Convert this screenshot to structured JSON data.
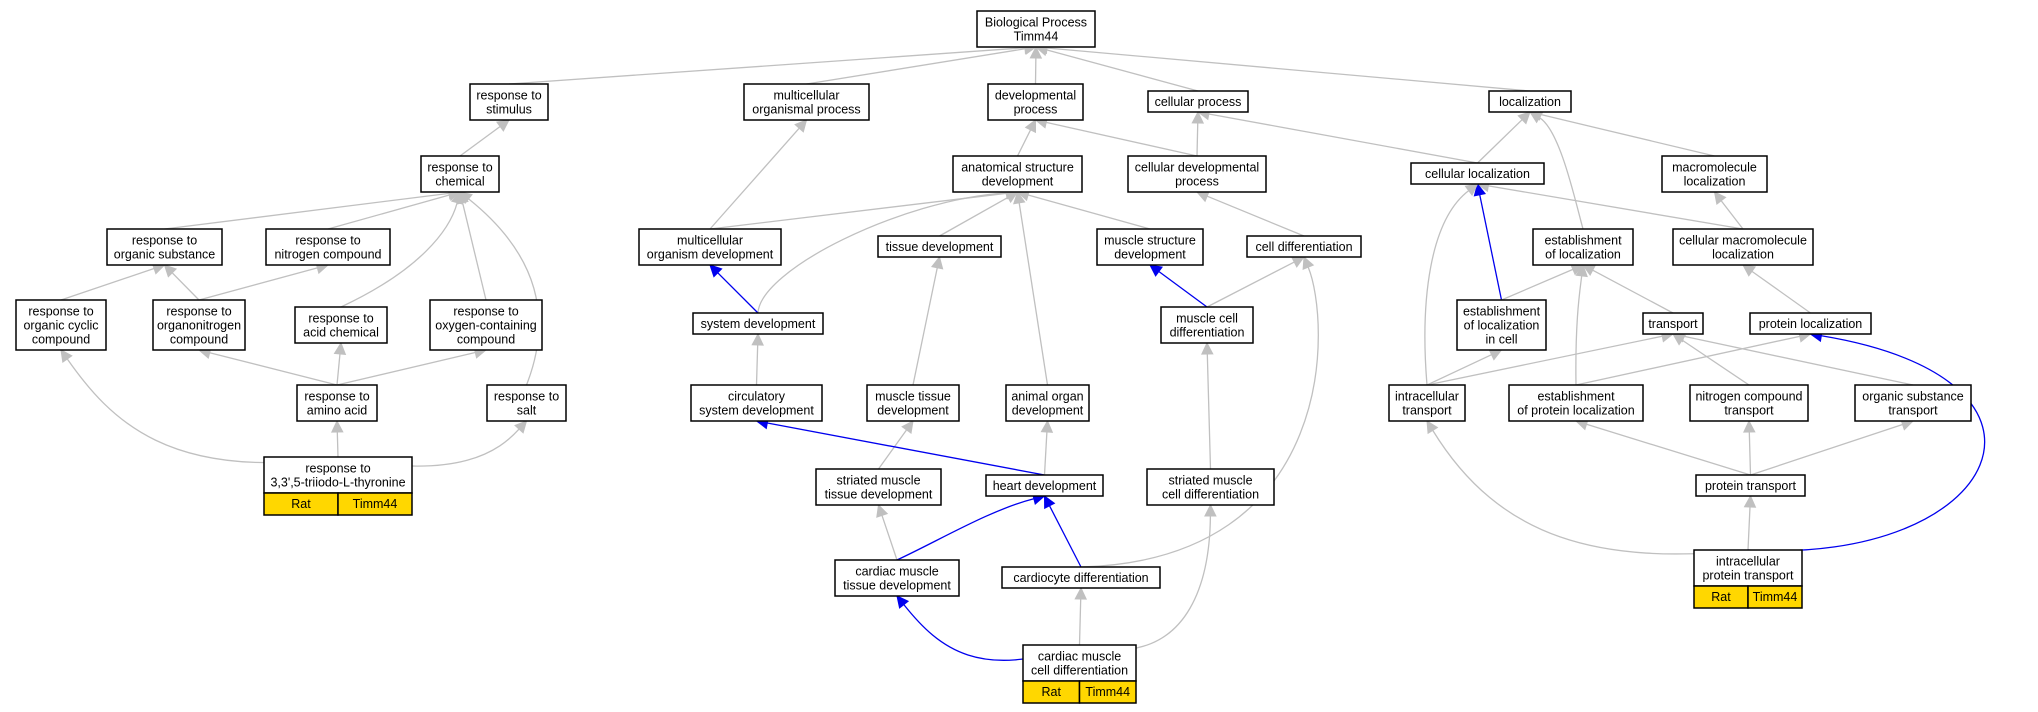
{
  "colors": {
    "edge_default": "#c0c0c0",
    "edge_highlight": "#0000ee",
    "annotation_fill": "#ffd700",
    "node_border": "#000000"
  },
  "nodes": {
    "bp": {
      "lines": [
        "Biological Process",
        "Timm44"
      ]
    },
    "resp_stim": {
      "lines": [
        "response to",
        "stimulus"
      ]
    },
    "multi_org_proc": {
      "lines": [
        "multicellular",
        "organismal process"
      ]
    },
    "dev_proc": {
      "lines": [
        "developmental",
        "process"
      ]
    },
    "cell_proc": {
      "lines": [
        "cellular process"
      ]
    },
    "localization": {
      "lines": [
        "localization"
      ]
    },
    "resp_chem": {
      "lines": [
        "response to",
        "chemical"
      ]
    },
    "anat_dev": {
      "lines": [
        "anatomical structure",
        "development"
      ]
    },
    "cell_dev_proc": {
      "lines": [
        "cellular developmental",
        "process"
      ]
    },
    "cell_loc": {
      "lines": [
        "cellular localization"
      ]
    },
    "macro_loc": {
      "lines": [
        "macromolecule",
        "localization"
      ]
    },
    "resp_org_sub": {
      "lines": [
        "response to",
        "organic substance"
      ]
    },
    "resp_nitro": {
      "lines": [
        "response to",
        "nitrogen compound"
      ]
    },
    "multi_org_dev": {
      "lines": [
        "multicellular",
        "organism development"
      ]
    },
    "tissue_dev": {
      "lines": [
        "tissue development"
      ]
    },
    "muscle_struct_dev": {
      "lines": [
        "muscle structure",
        "development"
      ]
    },
    "cell_diff": {
      "lines": [
        "cell differentiation"
      ]
    },
    "est_loc": {
      "lines": [
        "establishment",
        "of localization"
      ]
    },
    "cell_macro_loc": {
      "lines": [
        "cellular macromolecule",
        "localization"
      ]
    },
    "resp_org_cyclic": {
      "lines": [
        "response to",
        "organic cyclic",
        "compound"
      ]
    },
    "resp_organonitro": {
      "lines": [
        "response to",
        "organonitrogen",
        "compound"
      ]
    },
    "resp_acid": {
      "lines": [
        "response to",
        "acid chemical"
      ]
    },
    "resp_oxy": {
      "lines": [
        "response to",
        "oxygen-containing",
        "compound"
      ]
    },
    "sys_dev": {
      "lines": [
        "system development"
      ]
    },
    "muscle_cell_diff": {
      "lines": [
        "muscle cell",
        "differentiation"
      ]
    },
    "est_loc_cell": {
      "lines": [
        "establishment",
        "of localization",
        "in cell"
      ]
    },
    "transport": {
      "lines": [
        "transport"
      ]
    },
    "prot_loc": {
      "lines": [
        "protein localization"
      ]
    },
    "resp_amino": {
      "lines": [
        "response to",
        "amino acid"
      ]
    },
    "resp_salt": {
      "lines": [
        "response to",
        "salt"
      ]
    },
    "circ_sys_dev": {
      "lines": [
        "circulatory",
        "system development"
      ]
    },
    "muscle_tissue_dev": {
      "lines": [
        "muscle tissue",
        "development"
      ]
    },
    "animal_organ_dev": {
      "lines": [
        "animal organ",
        "development"
      ]
    },
    "intra_transport": {
      "lines": [
        "intracellular",
        "transport"
      ]
    },
    "est_prot_loc": {
      "lines": [
        "establishment",
        "of protein localization"
      ]
    },
    "nitro_transport": {
      "lines": [
        "nitrogen compound",
        "transport"
      ]
    },
    "org_sub_transport": {
      "lines": [
        "organic substance",
        "transport"
      ]
    },
    "resp_triiodo": {
      "lines": [
        "response to",
        "3,3',5-triiodo-L-thyronine"
      ],
      "tags": [
        "Rat",
        "Timm44"
      ]
    },
    "striated_tissue_dev": {
      "lines": [
        "striated muscle",
        "tissue development"
      ]
    },
    "heart_dev": {
      "lines": [
        "heart development"
      ]
    },
    "striated_cell_diff": {
      "lines": [
        "striated muscle",
        "cell differentiation"
      ]
    },
    "prot_transport": {
      "lines": [
        "protein transport"
      ]
    },
    "cardiac_tissue_dev": {
      "lines": [
        "cardiac muscle",
        "tissue development"
      ]
    },
    "cardiocyte_diff": {
      "lines": [
        "cardiocyte differentiation"
      ]
    },
    "intra_prot_transport": {
      "lines": [
        "intracellular",
        "protein transport"
      ],
      "tags": [
        "Rat",
        "Timm44"
      ]
    },
    "cardiac_cell_diff": {
      "lines": [
        "cardiac muscle",
        "cell differentiation"
      ],
      "tags": [
        "Rat",
        "Timm44"
      ]
    }
  },
  "edges": [
    {
      "from": "resp_stim",
      "to": "bp",
      "type": "is_a"
    },
    {
      "from": "multi_org_proc",
      "to": "bp",
      "type": "is_a"
    },
    {
      "from": "dev_proc",
      "to": "bp",
      "type": "is_a"
    },
    {
      "from": "cell_proc",
      "to": "bp",
      "type": "is_a"
    },
    {
      "from": "localization",
      "to": "bp",
      "type": "is_a"
    },
    {
      "from": "resp_chem",
      "to": "resp_stim",
      "type": "is_a"
    },
    {
      "from": "anat_dev",
      "to": "dev_proc",
      "type": "is_a"
    },
    {
      "from": "cell_dev_proc",
      "to": "dev_proc",
      "type": "is_a"
    },
    {
      "from": "cell_dev_proc",
      "to": "cell_proc",
      "type": "is_a"
    },
    {
      "from": "cell_loc",
      "to": "cell_proc",
      "type": "is_a"
    },
    {
      "from": "cell_loc",
      "to": "localization",
      "type": "is_a"
    },
    {
      "from": "macro_loc",
      "to": "localization",
      "type": "is_a"
    },
    {
      "from": "resp_org_sub",
      "to": "resp_chem",
      "type": "is_a"
    },
    {
      "from": "resp_nitro",
      "to": "resp_chem",
      "type": "is_a"
    },
    {
      "from": "resp_acid",
      "to": "resp_chem",
      "type": "is_a"
    },
    {
      "from": "resp_oxy",
      "to": "resp_chem",
      "type": "is_a"
    },
    {
      "from": "resp_salt",
      "to": "resp_chem",
      "type": "is_a"
    },
    {
      "from": "multi_org_dev",
      "to": "multi_org_proc",
      "type": "is_a"
    },
    {
      "from": "multi_org_dev",
      "to": "anat_dev",
      "type": "is_a"
    },
    {
      "from": "tissue_dev",
      "to": "anat_dev",
      "type": "is_a"
    },
    {
      "from": "muscle_struct_dev",
      "to": "anat_dev",
      "type": "is_a"
    },
    {
      "from": "sys_dev",
      "to": "anat_dev",
      "type": "is_a"
    },
    {
      "from": "animal_organ_dev",
      "to": "anat_dev",
      "type": "is_a"
    },
    {
      "from": "cell_diff",
      "to": "cell_dev_proc",
      "type": "is_a"
    },
    {
      "from": "est_loc",
      "to": "localization",
      "type": "is_a"
    },
    {
      "from": "cell_macro_loc",
      "to": "macro_loc",
      "type": "is_a"
    },
    {
      "from": "cell_macro_loc",
      "to": "cell_loc",
      "type": "is_a"
    },
    {
      "from": "resp_org_cyclic",
      "to": "resp_org_sub",
      "type": "is_a"
    },
    {
      "from": "resp_organonitro",
      "to": "resp_org_sub",
      "type": "is_a"
    },
    {
      "from": "resp_organonitro",
      "to": "resp_nitro",
      "type": "is_a"
    },
    {
      "from": "sys_dev",
      "to": "multi_org_dev",
      "type": "part_of"
    },
    {
      "from": "muscle_cell_diff",
      "to": "muscle_struct_dev",
      "type": "part_of"
    },
    {
      "from": "muscle_cell_diff",
      "to": "cell_diff",
      "type": "is_a"
    },
    {
      "from": "est_loc_cell",
      "to": "cell_loc",
      "type": "part_of"
    },
    {
      "from": "est_loc_cell",
      "to": "est_loc",
      "type": "is_a"
    },
    {
      "from": "transport",
      "to": "est_loc",
      "type": "is_a"
    },
    {
      "from": "prot_loc",
      "to": "cell_macro_loc",
      "type": "is_a"
    },
    {
      "from": "resp_amino",
      "to": "resp_organonitro",
      "type": "is_a"
    },
    {
      "from": "resp_amino",
      "to": "resp_acid",
      "type": "is_a"
    },
    {
      "from": "resp_amino",
      "to": "resp_oxy",
      "type": "is_a"
    },
    {
      "from": "circ_sys_dev",
      "to": "sys_dev",
      "type": "is_a"
    },
    {
      "from": "muscle_tissue_dev",
      "to": "tissue_dev",
      "type": "is_a"
    },
    {
      "from": "intra_transport",
      "to": "cell_loc",
      "type": "is_a"
    },
    {
      "from": "intra_transport",
      "to": "est_loc_cell",
      "type": "is_a"
    },
    {
      "from": "intra_transport",
      "to": "transport",
      "type": "is_a"
    },
    {
      "from": "est_prot_loc",
      "to": "est_loc",
      "type": "is_a"
    },
    {
      "from": "est_prot_loc",
      "to": "prot_loc",
      "type": "is_a"
    },
    {
      "from": "nitro_transport",
      "to": "transport",
      "type": "is_a"
    },
    {
      "from": "org_sub_transport",
      "to": "transport",
      "type": "is_a"
    },
    {
      "from": "resp_triiodo",
      "to": "resp_org_cyclic",
      "type": "is_a"
    },
    {
      "from": "resp_triiodo",
      "to": "resp_amino",
      "type": "is_a"
    },
    {
      "from": "resp_triiodo",
      "to": "resp_salt",
      "type": "is_a"
    },
    {
      "from": "striated_tissue_dev",
      "to": "muscle_tissue_dev",
      "type": "is_a"
    },
    {
      "from": "heart_dev",
      "to": "circ_sys_dev",
      "type": "part_of"
    },
    {
      "from": "heart_dev",
      "to": "animal_organ_dev",
      "type": "is_a"
    },
    {
      "from": "striated_cell_diff",
      "to": "muscle_cell_diff",
      "type": "is_a"
    },
    {
      "from": "prot_transport",
      "to": "est_prot_loc",
      "type": "is_a"
    },
    {
      "from": "prot_transport",
      "to": "nitro_transport",
      "type": "is_a"
    },
    {
      "from": "prot_transport",
      "to": "org_sub_transport",
      "type": "is_a"
    },
    {
      "from": "cardiac_tissue_dev",
      "to": "striated_tissue_dev",
      "type": "is_a"
    },
    {
      "from": "cardiac_tissue_dev",
      "to": "heart_dev",
      "type": "part_of"
    },
    {
      "from": "cardiocyte_diff",
      "to": "heart_dev",
      "type": "part_of"
    },
    {
      "from": "cardiocyte_diff",
      "to": "cell_diff",
      "type": "is_a"
    },
    {
      "from": "intra_prot_transport",
      "to": "intra_transport",
      "type": "is_a"
    },
    {
      "from": "intra_prot_transport",
      "to": "prot_transport",
      "type": "is_a"
    },
    {
      "from": "intra_prot_transport",
      "to": "prot_loc",
      "type": "part_of"
    },
    {
      "from": "cardiac_cell_diff",
      "to": "cardiac_tissue_dev",
      "type": "part_of"
    },
    {
      "from": "cardiac_cell_diff",
      "to": "cardiocyte_diff",
      "type": "is_a"
    },
    {
      "from": "cardiac_cell_diff",
      "to": "striated_cell_diff",
      "type": "is_a"
    }
  ]
}
